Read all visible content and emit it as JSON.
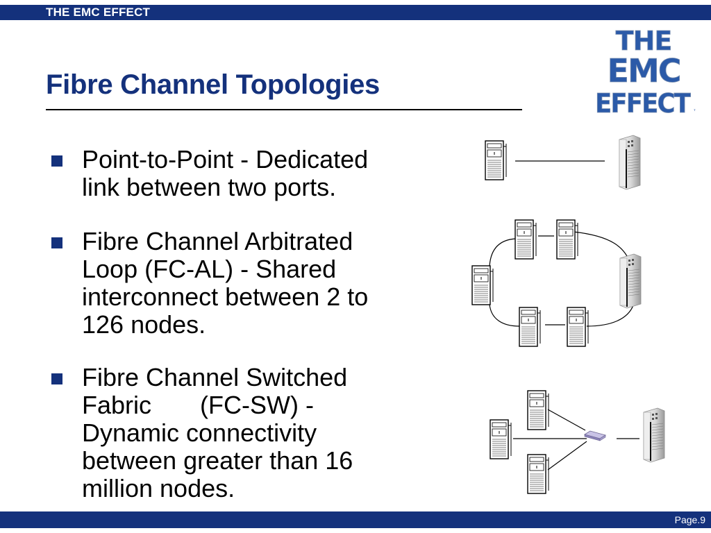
{
  "header": {
    "bar_text": "THE EMC EFFECT"
  },
  "slide": {
    "title": "Fibre Channel Topologies"
  },
  "logo": {
    "line1": "THE",
    "line2": "EMC",
    "line3": "EFFECT",
    "trademark": "™"
  },
  "bullets": [
    {
      "text": "Point-to-Point - Dedicated\nlink between two ports."
    },
    {
      "text": "Fibre Channel Arbitrated\nLoop (FC-AL) - Shared\ninterconnect between 2 to\n126 nodes."
    },
    {
      "text": "Fibre Channel Switched\nFabric       (FC-SW) -\nDynamic connectivity\nbetween greater than 16\nmillion nodes."
    }
  ],
  "footer": {
    "page": "Page.9"
  },
  "colors": {
    "brand_blue": "#14317c",
    "logo_blue": "#2b5aa8"
  }
}
